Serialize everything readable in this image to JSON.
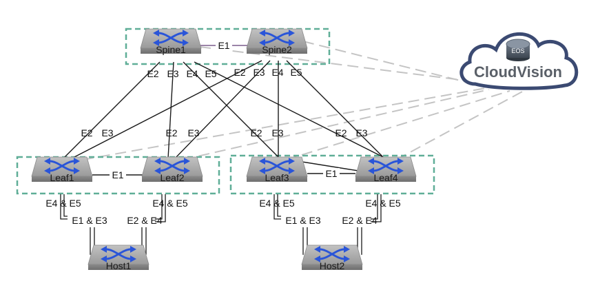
{
  "cloud": {
    "badge": "EOS",
    "label": "CloudVision"
  },
  "devices": {
    "spine1": "Spine1",
    "spine2": "Spine2",
    "leaf1": "Leaf1",
    "leaf2": "Leaf2",
    "leaf3": "Leaf3",
    "leaf4": "Leaf4",
    "host1": "Host1",
    "host2": "Host2"
  },
  "links": {
    "spine_peer": "E1",
    "leaf12_peer": "E1",
    "leaf34_peer": "E1"
  },
  "spine1_ports": [
    "E2",
    "E3",
    "E4",
    "E5"
  ],
  "spine2_ports": [
    "E2",
    "E3",
    "E4",
    "E5"
  ],
  "leaf_uplinks": {
    "leaf1": [
      "E2",
      "E3"
    ],
    "leaf2": [
      "E2",
      "E3"
    ],
    "leaf3": [
      "E2",
      "E3"
    ],
    "leaf4": [
      "E2",
      "E3"
    ]
  },
  "leaf_downlinks": {
    "leaf1": "E4 & E5",
    "leaf2": "E4 & E5",
    "leaf3": "E4 & E5",
    "leaf4": "E4 & E5"
  },
  "host_ports": {
    "host1_left": "E1 & E3",
    "host1_right": "E2 & E4",
    "host2_left": "E1 & E3",
    "host2_right": "E2 & E4"
  },
  "colors": {
    "group_border": "#5fae97",
    "switch_top": "#a9a9a9",
    "switch_arrows": "#2a55d8",
    "cloud_border": "#3b4a72",
    "eos_badge": "#4d5866",
    "management_lines": "#c4c4c4",
    "peer_link": "#7a5b8c"
  }
}
